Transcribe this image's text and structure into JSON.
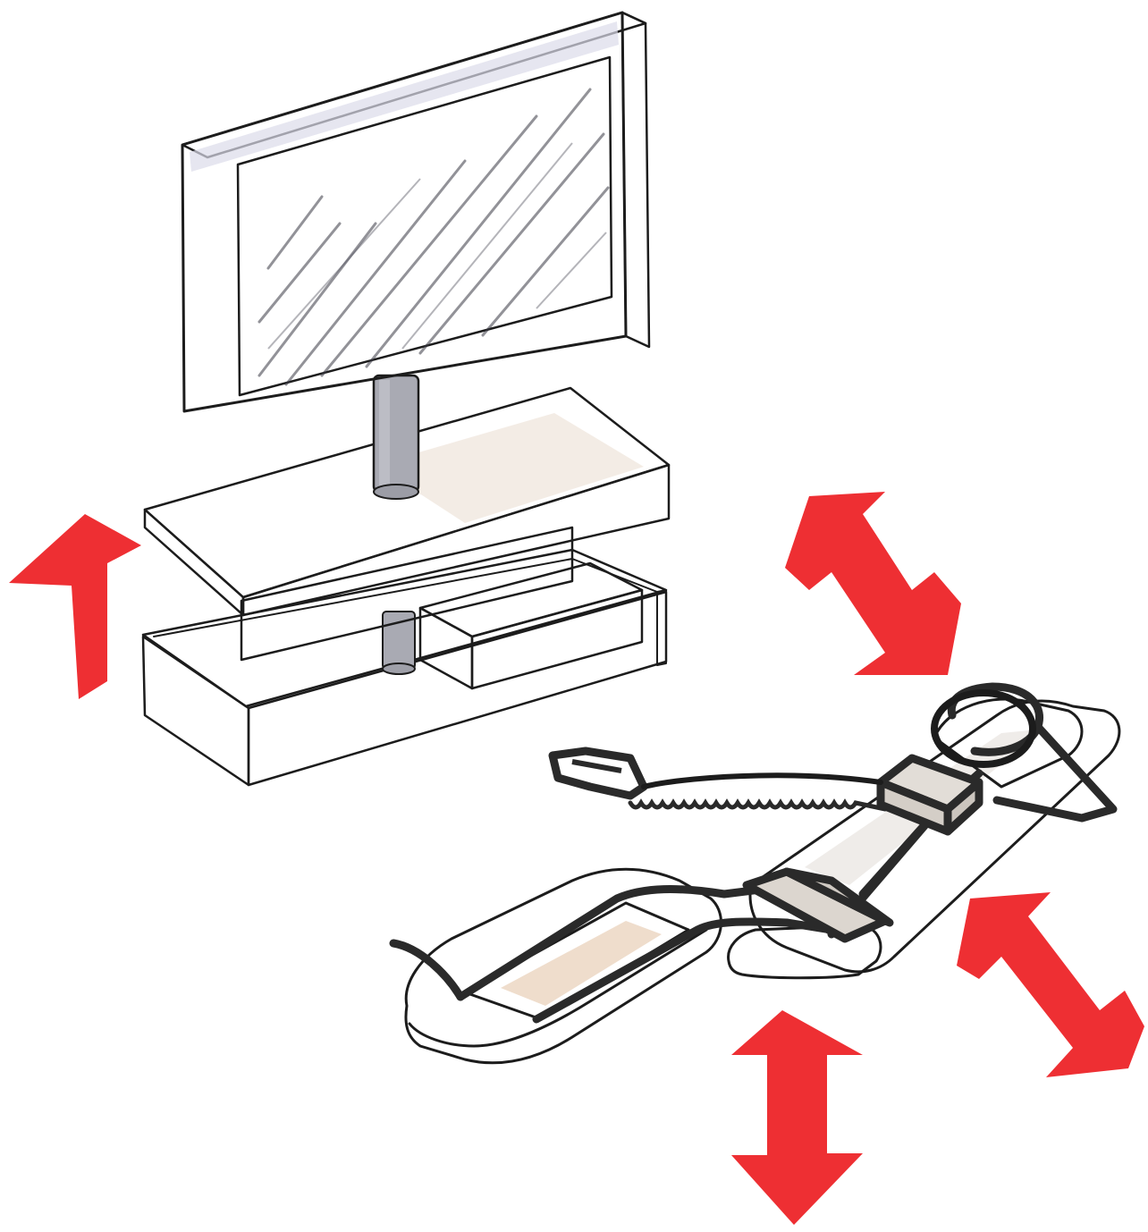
{
  "illustration": {
    "subjects": [
      "tv-stand",
      "reclining-lounger"
    ],
    "arrows": [
      "up-arrow",
      "diagonal-double-arrow-upper",
      "diagonal-double-arrow-lower",
      "vertical-double-arrow"
    ],
    "colors": {
      "arrow_red": "#ee2f33",
      "screen_black": "#141418",
      "bezel_lavender": "#c9c8dc",
      "pole_gray": "#a9aab3",
      "shelf_white": "#f4f1ee",
      "cushion_beige": "#dcd6cf",
      "seat_peach": "#e8c9a9",
      "device_lavender": "#cfcde0",
      "outline": "#1c1c1c"
    }
  }
}
